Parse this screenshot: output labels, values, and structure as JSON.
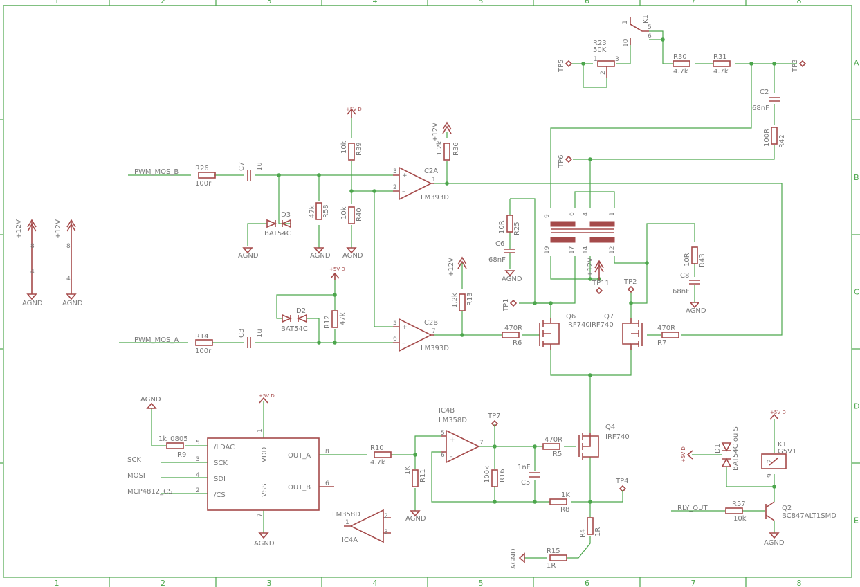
{
  "frame": {
    "columns": [
      "1",
      "2",
      "3",
      "4",
      "5",
      "6",
      "7",
      "8"
    ],
    "rows": [
      "A",
      "B",
      "C",
      "D",
      "E"
    ]
  },
  "colors": {
    "wire": "#4ca64c",
    "part": "#a54a4a",
    "text": "#777777"
  },
  "nets": {
    "pwm_b": "PWM_MOS_B",
    "pwm_a": "PWM_MOS_A",
    "sck": "SCK",
    "mosi": "MOSI",
    "cs": "MCP4812_CS",
    "rly": "RLY_OUT",
    "agnd": "AGND",
    "p12": "+12V",
    "p5": "+5V D"
  },
  "parts": {
    "R26": {
      "name": "R26",
      "value": "100r"
    },
    "C7": {
      "name": "C7",
      "value": "1u"
    },
    "D3": {
      "name": "D3",
      "value": "BAT54C"
    },
    "R58": {
      "name": "R58",
      "value": "47k"
    },
    "R39": {
      "name": "R39",
      "value": "10k"
    },
    "R40": {
      "name": "R40",
      "value": "10k"
    },
    "R36": {
      "name": "R36",
      "value": "1.2k"
    },
    "IC2A": {
      "name": "IC2A",
      "value": "LM393D"
    },
    "IC2B": {
      "name": "IC2B",
      "value": "LM393D"
    },
    "R14": {
      "name": "R14",
      "value": "100r"
    },
    "C3": {
      "name": "C3",
      "value": "1u"
    },
    "D2": {
      "name": "D2",
      "value": "BAT54C"
    },
    "R12": {
      "name": "R12",
      "value": "47k"
    },
    "R13": {
      "name": "R13",
      "value": "1.2k"
    },
    "R6": {
      "name": "R6",
      "value": "470R"
    },
    "R7": {
      "name": "R7",
      "value": "470R"
    },
    "Q6": {
      "name": "Q6",
      "value": "IRF740"
    },
    "Q7": {
      "name": "Q7",
      "value": "IRF740"
    },
    "R25": {
      "name": "R25",
      "value": "10R"
    },
    "C6": {
      "name": "C6",
      "value": "68nF"
    },
    "R43": {
      "name": "R43",
      "value": "10R"
    },
    "C8": {
      "name": "C8",
      "value": "68nF"
    },
    "R42": {
      "name": "R42",
      "value": "100R"
    },
    "C2": {
      "name": "C2",
      "value": "68nF"
    },
    "R23": {
      "name": "R23",
      "value": "50K"
    },
    "R30": {
      "name": "R30",
      "value": "4.7k"
    },
    "R31": {
      "name": "R31",
      "value": "4.7k"
    },
    "K1": {
      "name": "K1",
      "value": "G5V1"
    },
    "R9": {
      "name": "R9",
      "value": "1k_0805"
    },
    "U_DAC": {
      "pins": [
        "/LDAC",
        "SCK",
        "SDI",
        "/CS",
        "VDD",
        "VSS",
        "OUT_A",
        "OUT_B"
      ]
    },
    "R10": {
      "name": "R10",
      "value": "4.7k"
    },
    "R11": {
      "name": "R11",
      "value": "1K"
    },
    "IC4B": {
      "name": "IC4B",
      "value": "LM358D"
    },
    "IC4A": {
      "name": "IC4A",
      "value": "LM358D"
    },
    "R16": {
      "name": "R16",
      "value": "100k"
    },
    "C5": {
      "name": "C5",
      "value": "1nF"
    },
    "R5": {
      "name": "R5",
      "value": "470R"
    },
    "Q4": {
      "name": "Q4",
      "value": "IRF740"
    },
    "R8": {
      "name": "R8",
      "value": "1K"
    },
    "R4": {
      "name": "R4",
      "value": "1R"
    },
    "R15": {
      "name": "R15",
      "value": "1R"
    },
    "D1": {
      "name": "D1",
      "value": "BAT54C ou S"
    },
    "R57": {
      "name": "R57",
      "value": "10k"
    },
    "Q2": {
      "name": "Q2",
      "value": "BC847ALT1SMD"
    }
  },
  "testpoints": [
    "TP1",
    "TP2",
    "TP3",
    "TP4",
    "TP5",
    "TP6",
    "TP7",
    "TP11"
  ]
}
